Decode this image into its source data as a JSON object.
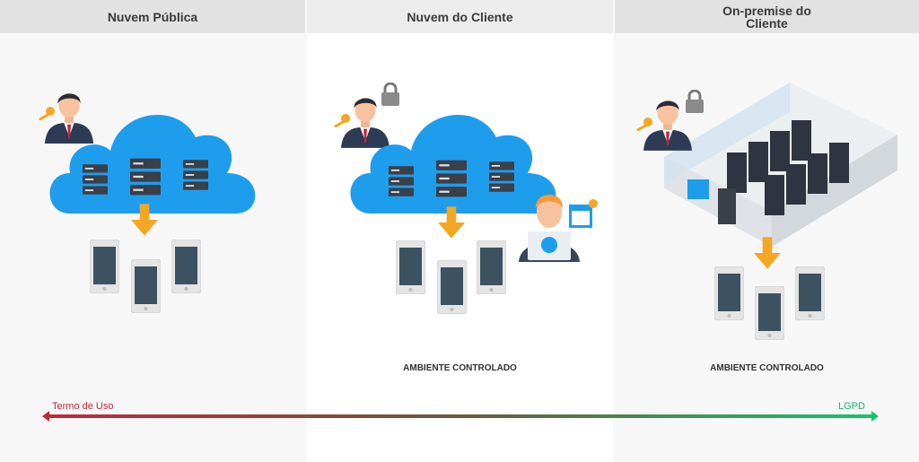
{
  "columns": [
    {
      "title": "Nuvem Pública"
    },
    {
      "title": "Nuvem do Cliente",
      "footer": "AMBIENTE CONTROLADO"
    },
    {
      "title": "On-premise do Cliente",
      "footer": "AMBIENTE CONTROLADO"
    }
  ],
  "scale": {
    "left_label": "Termo de Uso",
    "right_label": "LGPD",
    "left_color": "#c0283a",
    "right_color": "#17c46e"
  },
  "colors": {
    "cloud": "#1f9ded",
    "arrow": "#f5a623",
    "header_bg": "#e2e2e2"
  }
}
